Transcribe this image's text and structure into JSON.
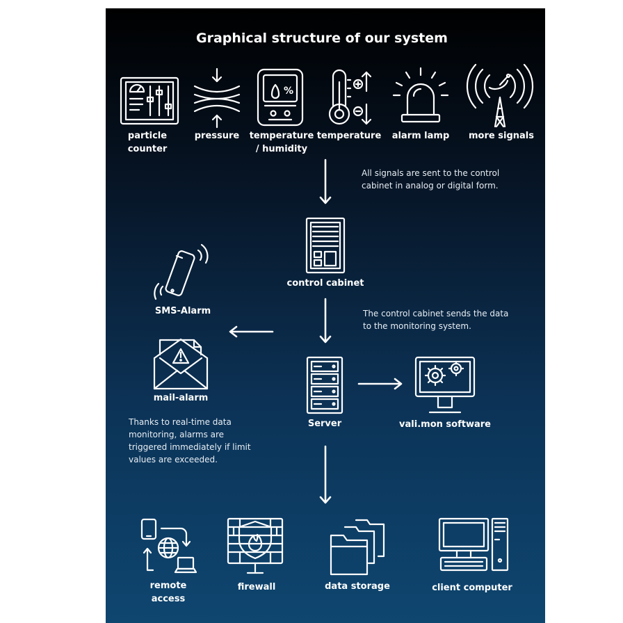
{
  "title": "Graphical structure of our system",
  "sensors": {
    "particle_counter": "particle\ncounter",
    "pressure": "pressure",
    "temp_humidity": "temperature\n/ humidity",
    "temperature": "temperature",
    "alarm_lamp": "alarm lamp",
    "more_signals": "more signals"
  },
  "humidity_symbol": "%",
  "notes": {
    "signals": "All signals are sent to the control cabinet in analog or digital form.",
    "cabinet": "The control cabinet sends the data to the monitoring system.",
    "alarms": "Thanks to real-time data monitoring, alarms are triggered immediately if limit values are exceeded."
  },
  "nodes": {
    "control_cabinet": "control cabinet",
    "sms_alarm": "SMS-Alarm",
    "mail_alarm": "mail-alarm",
    "server": "Server",
    "software": "vali.mon software"
  },
  "outputs": {
    "remote_access": "remote\naccess",
    "firewall": "firewall",
    "data_storage": "data storage",
    "client_computer": "client computer"
  },
  "colors": {
    "panel_top": "#000000",
    "panel_bottom": "#0e4670",
    "foreground": "#ffffff"
  }
}
